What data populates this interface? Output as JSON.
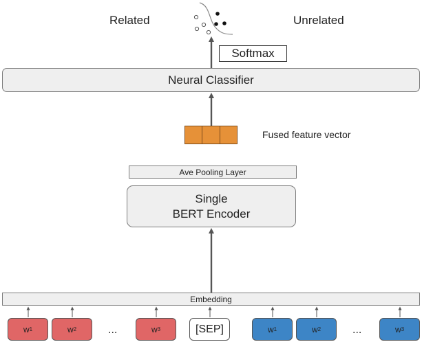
{
  "labels": {
    "related": "Related",
    "unrelated": "Unrelated",
    "softmax": "Softmax",
    "neural_classifier": "Neural Classifier",
    "fused_feature_vector": "Fused feature vector",
    "ave_pooling_layer": "Ave Pooling Layer",
    "encoder_line1": "Single",
    "encoder_line2": "BERT Encoder",
    "embedding": "Embedding"
  },
  "tokens_left": [
    {
      "letter": "w",
      "sub": "1"
    },
    {
      "letter": "w",
      "sub": "2"
    },
    {
      "ellipsis": "..."
    },
    {
      "letter": "w",
      "sub": "3"
    }
  ],
  "separator": "[SEP]",
  "tokens_right": [
    {
      "letter": "w",
      "sub": "1"
    },
    {
      "letter": "w",
      "sub": "2"
    },
    {
      "ellipsis": "..."
    },
    {
      "letter": "w",
      "sub": "3"
    }
  ],
  "colors": {
    "token_left": "#e06666",
    "token_right": "#3d85c6",
    "feature_vector": "#e69138",
    "box_fill": "#efefef",
    "arrow": "#555555"
  }
}
